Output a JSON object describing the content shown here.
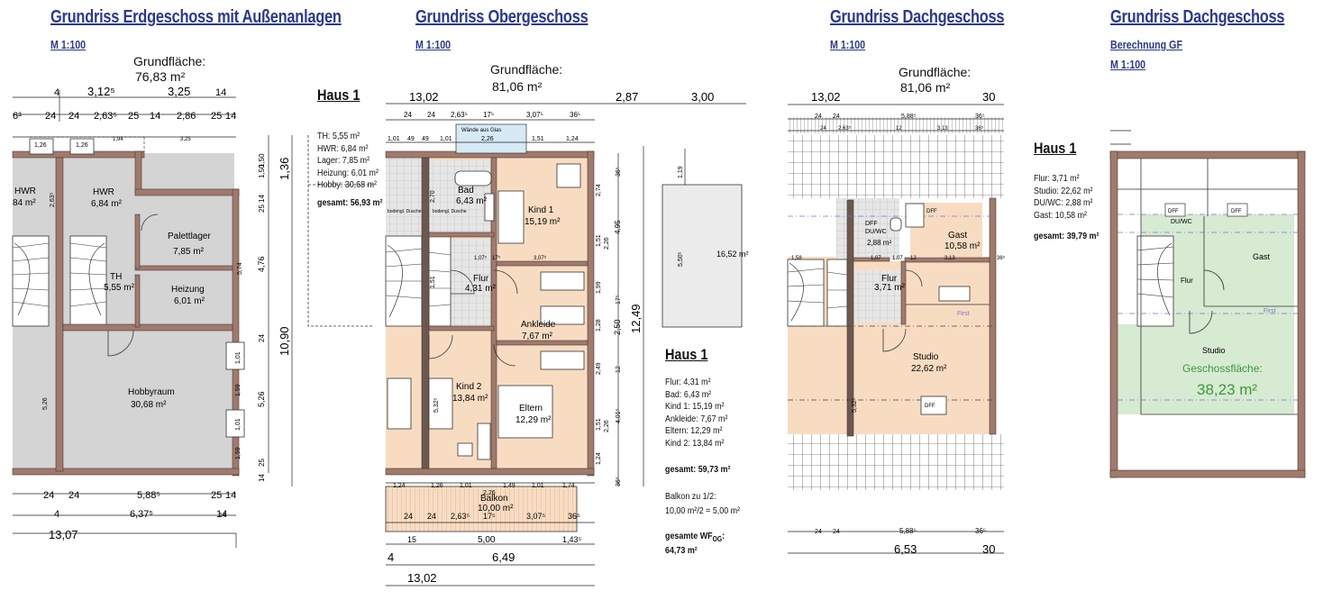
{
  "plans": {
    "eg": {
      "title": "Grundriss Erdgeschoss mit Außenanlagen",
      "scale": "M 1:100",
      "area_label": "Grundfläche:",
      "area_value": "76,83 m²",
      "rooms": {
        "hwr1_name": "HWR",
        "hwr1_area": "84 m²",
        "hwr2_name": "HWR",
        "hwr2_area": "6,84 m²",
        "palette_name": "Palettlager",
        "palette_area": "7,85 m²",
        "heizung_name": "Heizung",
        "heizung_area": "6,01 m²",
        "th_name": "TH",
        "th_area": "5,55 m²",
        "hobby_name": "Hobbyraum",
        "hobby_area": "30,68 m²"
      },
      "dims_top": [
        "4",
        "3,12⁵",
        "3,25",
        "14"
      ],
      "dims_top2": [
        "6³",
        "24",
        "24",
        "2,63⁵",
        "25",
        "14",
        "2,86",
        "25",
        "14"
      ],
      "dims_bottom": [
        "24",
        "24",
        "5,88⁵",
        "25",
        "14"
      ],
      "dims_bottom2": [
        "4",
        "6,37⁵",
        "14"
      ],
      "dim_total": "13,07",
      "dims_right": [
        "1,50",
        "14",
        "1,50",
        "25",
        "4,76",
        "24",
        "10,90",
        "5,26",
        "14",
        "25"
      ],
      "dims_right_outer": "1,36",
      "dims_window": [
        "1,26",
        "1,26",
        "1,94",
        "3,25"
      ],
      "dims_misc": [
        "2,63⁵",
        "5,74",
        "1,01",
        "1,59",
        "1,01",
        "1,59",
        "5,26",
        "14"
      ],
      "haus": {
        "title": "Haus 1",
        "items": [
          "TH: 5,55 m²",
          "HWR: 6,84 m²",
          "Lager: 7,85 m²",
          "Heizung: 6,01 m²",
          "Hobby: 30,68 m²"
        ],
        "total": "gesamt: 56,93 m²"
      }
    },
    "og": {
      "title": "Grundriss Obergeschoss",
      "scale": "M 1:100",
      "area_label": "Grundfläche:",
      "area_value": "81,06 m²",
      "dim_left": "13,02",
      "dims_top": [
        "2,87",
        "3,00"
      ],
      "dims_top2": [
        "24",
        "24",
        "2,63⁵",
        "17⁵",
        "3,07⁵",
        "36⁵"
      ],
      "dims_top3": [
        "1,01",
        "49",
        "49",
        "1,01",
        "1,51",
        "1,24"
      ],
      "window_label": "Wände aus Glas",
      "window_dim": "2,26",
      "rooms": {
        "bad_name": "Bad",
        "bad_area": "6,43 m²",
        "kind1_name": "Kind 1",
        "kind1_area": "15,19 m²",
        "flur_name": "Flur",
        "flur_area": "4,31 m²",
        "ankleide_name": "Ankleide",
        "ankleide_area": "7,67 m²",
        "kind2_name": "Kind 2",
        "kind2_area": "13,84 m²",
        "eltern_name": "Eltern",
        "eltern_area": "12,29 m²",
        "balkon_name": "Balkon",
        "balkon_area": "10,00 m²",
        "dusche1": "bodengl. Dusche",
        "dusche2": "bodengl. Dusche"
      },
      "dims_inner": [
        "1,07⁵",
        "17⁵",
        "3,07⁵",
        "2,70",
        "1,51",
        "2,26",
        "1,99",
        "1,28",
        "2,50",
        "12",
        "2,49",
        "1,51",
        "2,26",
        "4,01⁵",
        "1,24",
        "4,95",
        "17⁵",
        "2,74",
        "36⁵",
        "36⁵",
        "5,32⁵",
        "1,51"
      ],
      "dims_bottom": [
        "1,24",
        "1,26",
        "1,01",
        "1,49",
        "1,01",
        "1,74",
        "2,26"
      ],
      "dims_bottom2": [
        "24",
        "24",
        "2,63⁵",
        "17⁵",
        "3,07⁵",
        "36⁵"
      ],
      "dims_bottom3": [
        "15",
        "5,00",
        "1,43⁵"
      ],
      "dims_bottom4": [
        "4",
        "6,49"
      ],
      "dim_total": "13,02",
      "dim_right": "12,49",
      "side_box": {
        "area": "16,52 m²",
        "dim1": "1,19",
        "dim2": "5,50⁵"
      },
      "haus": {
        "title": "Haus 1",
        "items": [
          "Flur: 4,31 m²",
          "Bad: 6,43 m²",
          "Kind 1: 15,19 m²",
          "Ankleide: 7,67 m²",
          "Eltern: 12,29 m²",
          "Kind 2: 13,84 m²"
        ],
        "total": "gesamt: 59,73 m²",
        "balkon_note": "Balkon zu 1/2:",
        "balkon_calc": "10,00 m²/2 = 5,00 m²",
        "wf_label": "gesamte WF",
        "wf_sub": "OG",
        "wf_colon": ":",
        "wf_value": "64,73 m²"
      }
    },
    "dg": {
      "title": "Grundriss Dachgeschoss",
      "scale": "M 1:100",
      "area_label": "Grundfläche:",
      "area_value": "81,06 m²",
      "dim_left": "13,02",
      "dim_right": "30",
      "dims_top2": [
        "24",
        "24",
        "5,88⁵",
        "36⁵"
      ],
      "dims_top3": [
        "24",
        "2,63⁵",
        "12",
        "3,13",
        "36⁵"
      ],
      "rooms": {
        "dfw1": "DFF",
        "duwc_name": "DU/WC",
        "duwc_area": "2,88 m²",
        "dff2": "DFF",
        "gast_name": "Gast",
        "gast_area": "10,58 m²",
        "flur_name": "Flur",
        "flur_area": "3,71 m²",
        "studio_name": "Studio",
        "studio_area": "22,62 m²",
        "first": "First",
        "dff3": "DFF"
      },
      "dims_inner": [
        "1,58",
        "1,07",
        "12",
        "3,13",
        "36⁵",
        "5,32⁵",
        "1,07"
      ],
      "dims_bottom": [
        "24",
        "24",
        "5,88⁵",
        "36⁵"
      ],
      "dims_bottom2": [
        "6,53",
        "30"
      ],
      "haus": {
        "title": "Haus 1",
        "items": [
          "Flur: 3,71 m²",
          "Studio: 22,62 m²",
          "DU/WC: 2,88 m²",
          "Gast: 10,58 m²"
        ],
        "total": "gesamt: 39,79 m²"
      }
    },
    "gf": {
      "title": "Grundriss Dachgeschoss",
      "sub": "Berechnung GF",
      "scale": "M 1:100",
      "rooms": {
        "dff1": "DFF",
        "duwc": "DU/WC",
        "dff2": "DFF",
        "gast": "Gast",
        "flur": "Flur",
        "first": "First",
        "studio": "Studio"
      },
      "gf_label": "Geschossfläche:",
      "gf_value": "38,23 m²"
    }
  },
  "colors": {
    "title_blue": "#2b3a8f",
    "wall": "#a07a6c",
    "floor_room": "#f8dcc2",
    "floor_grey": "#d4d4d4",
    "gf_green": "#d7ead2",
    "gf_text": "#3a9a3a",
    "first_line": "#7777cc"
  }
}
